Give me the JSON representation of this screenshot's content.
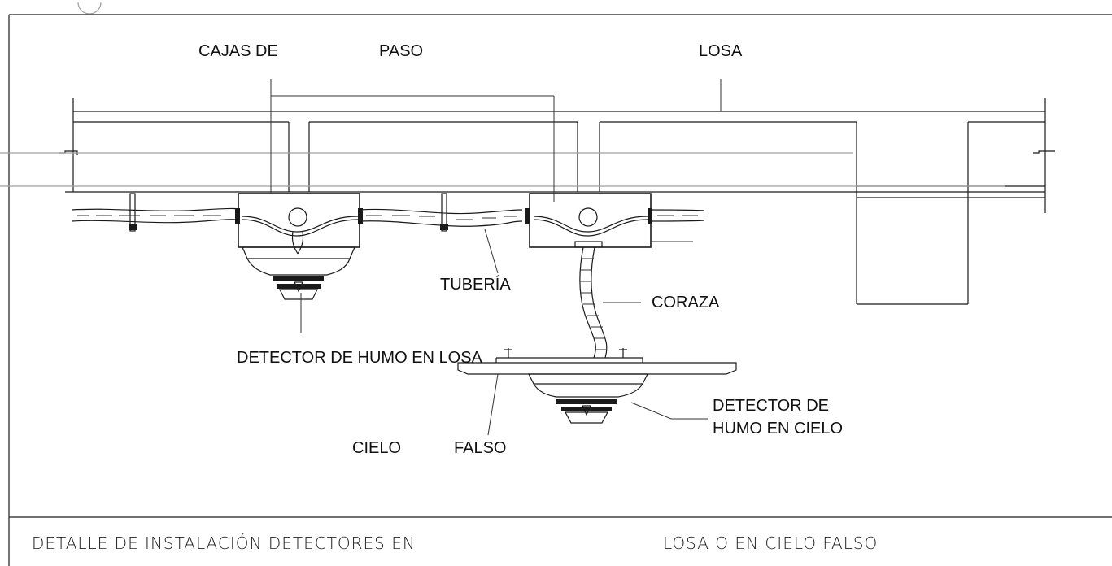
{
  "labels": {
    "cajas_de": "CAJAS DE",
    "paso": "PASO",
    "losa": "LOSA",
    "tuberia": "TUBERÍA",
    "coraza": "CORAZA",
    "detector_losa": "DETECTOR DE HUMO EN LOSA",
    "cielo": "CIELO",
    "falso": "FALSO",
    "detector_cielo_line1": "DETECTOR DE",
    "detector_cielo_line2": "HUMO EN CIELO"
  },
  "title": {
    "left": "DETALLE DE INSTALACIÓN DETECTORES EN",
    "right": "LOSA O EN CIELO FALSO"
  }
}
